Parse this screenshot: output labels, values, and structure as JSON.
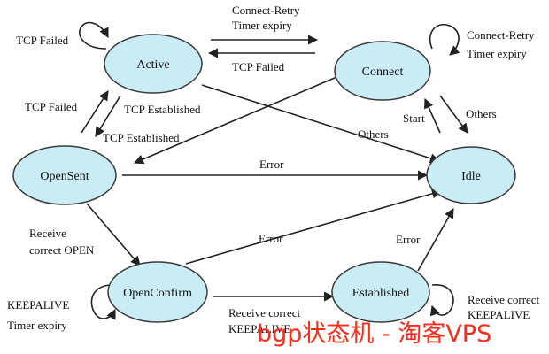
{
  "states": {
    "active": "Active",
    "connect": "Connect",
    "opensent": "OpenSent",
    "idle": "Idle",
    "openconfirm": "OpenConfirm",
    "established": "Established"
  },
  "edge_labels": {
    "connect_retry_top": "Connect-Retry",
    "timer_expiry_top": "Timer expiry",
    "tcp_failed_connect_active": "TCP Failed",
    "tcp_failed_active_self": "TCP Failed",
    "connect_retry_self": "Connect-Retry",
    "timer_expiry_self": "Timer expiry",
    "tcp_failed_opensent": "TCP Failed",
    "tcp_established_active": "TCP Established",
    "tcp_established_connect": "TCP Established",
    "others_active_idle": "Others",
    "start": "Start",
    "others_connect_idle": "Others",
    "error_opensent_idle": "Error",
    "receive": "Receive",
    "correct_open": "correct OPEN",
    "error_openconfirm_idle": "Error",
    "error_established_idle": "Error",
    "keepalive_left": "KEEPALIVE",
    "timer_expiry_left": "Timer expiry",
    "receive_correct_mid": "Receive correct",
    "keepalive_mid": "KEEPALIVE",
    "receive_correct_right": "Receive correct",
    "keepalive_right": "KEEPALIVE"
  },
  "watermark": "bgp状态机 - 淘客VPS",
  "colors": {
    "node_fill": "#c9ecf5",
    "node_stroke": "#3a3a3a",
    "watermark": "#ff2b1a"
  }
}
